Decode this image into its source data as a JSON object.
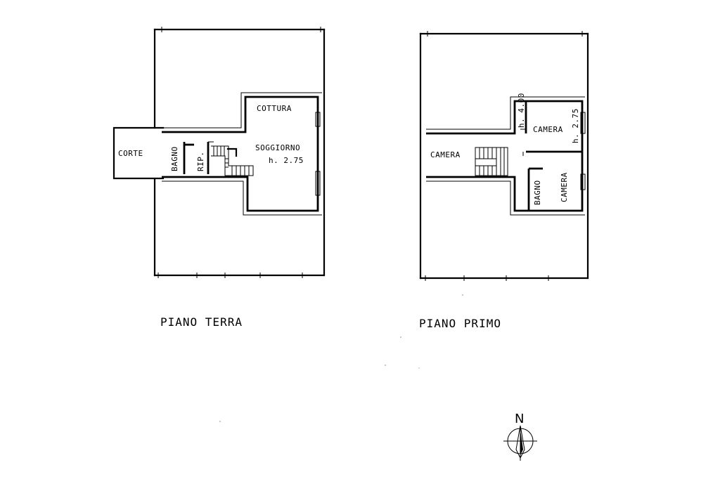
{
  "ground_floor": {
    "title": "PIANO TERRA",
    "rooms": {
      "corte": "CORTE",
      "bagno": "BAGNO",
      "rip": "RIP.",
      "cottura": "COTTURA",
      "soggiorno": "SOGGIORNO",
      "height": "h. 2.75"
    }
  },
  "first_floor": {
    "title": "PIANO PRIMO",
    "rooms": {
      "camera_left": "CAMERA",
      "camera_top": "CAMERA",
      "camera_right": "CAMERA",
      "bagno": "BAGNO",
      "height_left": "h. 4.00",
      "height_right": "h. 2.75"
    }
  },
  "compass": {
    "label": "N"
  }
}
